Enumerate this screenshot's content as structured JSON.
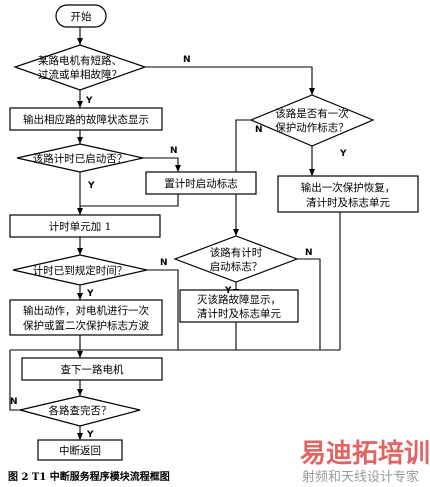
{
  "nodes": {
    "start": "开始",
    "d_fault": [
      "某路电机有短路、",
      "过流或单相故障？"
    ],
    "p_display": "输出相应路的故障状态显示",
    "d_timer_started": "该路计时已启动否？",
    "p_set_timer_flag": "置计时启动标志",
    "p_timer_add": "计时单元加 1",
    "d_time_reached": "计时已到规定时间？",
    "p_output_action": [
      "输出动作，对电机进行一次",
      "保护或置二次保护标志方波"
    ],
    "p_check_next": "查下一路电机",
    "d_all_checked": "各路查完否？",
    "end": "中断返回",
    "d_has_flag": [
      "该路是否有一次",
      "保护动作标志？"
    ],
    "p_output_restore": [
      "输出一次保护恢复，",
      "清计时及标志单元"
    ],
    "d_has_timer": [
      "该路有计时",
      "启动标志？"
    ],
    "p_clear_display": [
      "灭该路故障显示，",
      "清计时及标志单元"
    ]
  },
  "labels": {
    "yes": "Y",
    "no": "N"
  },
  "caption": "图 2  T1 中断服务程序模块流程框图",
  "watermark": {
    "main": "易迪拓培训",
    "sub": "射频和天线设计专家"
  }
}
